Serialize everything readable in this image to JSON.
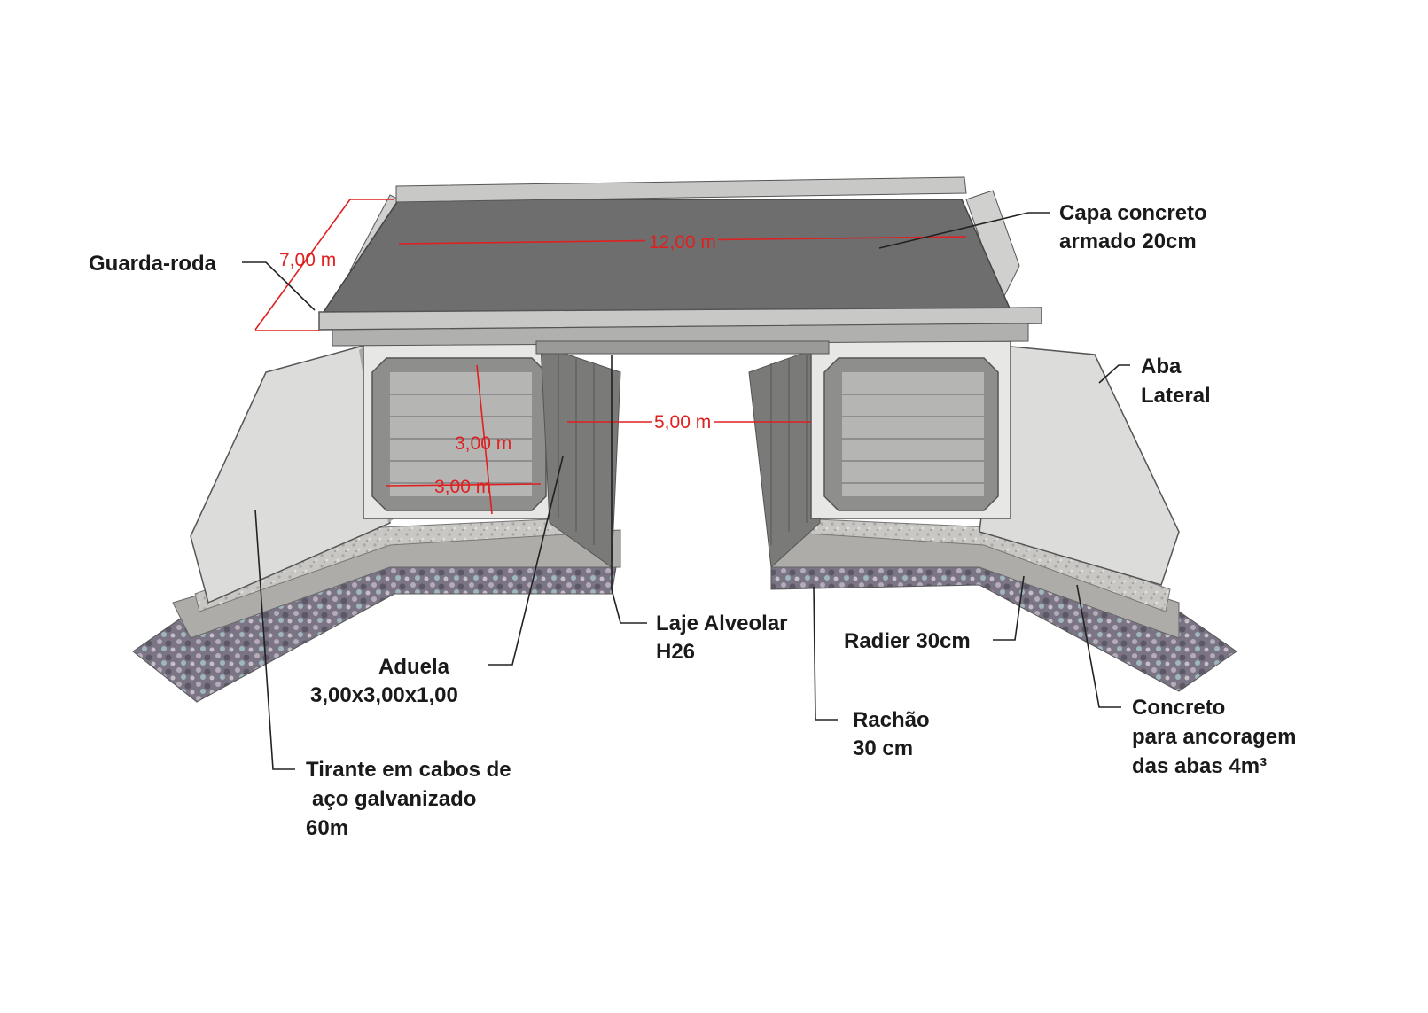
{
  "labels": {
    "guarda_roda": "Guarda-roda",
    "capa_l1": "Capa concreto",
    "capa_l2": "armado 20cm",
    "aba_l1": "Aba",
    "aba_l2": "Lateral",
    "laje_l1": "Laje Alveolar",
    "laje_l2": "H26",
    "radier": "Radier 30cm",
    "aduela_l1": "Aduela",
    "aduela_l2": "3,00x3,00x1,00",
    "rachao_l1": "Rachão",
    "rachao_l2": "30 cm",
    "concreto_l1": "Concreto",
    "concreto_l2": "para ancoragem",
    "concreto_l3": "das abas 4m³",
    "tirante_l1": "Tirante em cabos de",
    "tirante_l2": "aço galvanizado",
    "tirante_l3": "60m"
  },
  "dimensions": {
    "width": "7,00 m",
    "length": "12,00 m",
    "span": "5,00 m",
    "cell_height": "3,00 m",
    "cell_width": "3,00 m"
  },
  "colors": {
    "deck": "#6b6b6b",
    "concrete": "#d9d9d9",
    "gravel": "#8a8294",
    "dimension": "#e02020"
  }
}
